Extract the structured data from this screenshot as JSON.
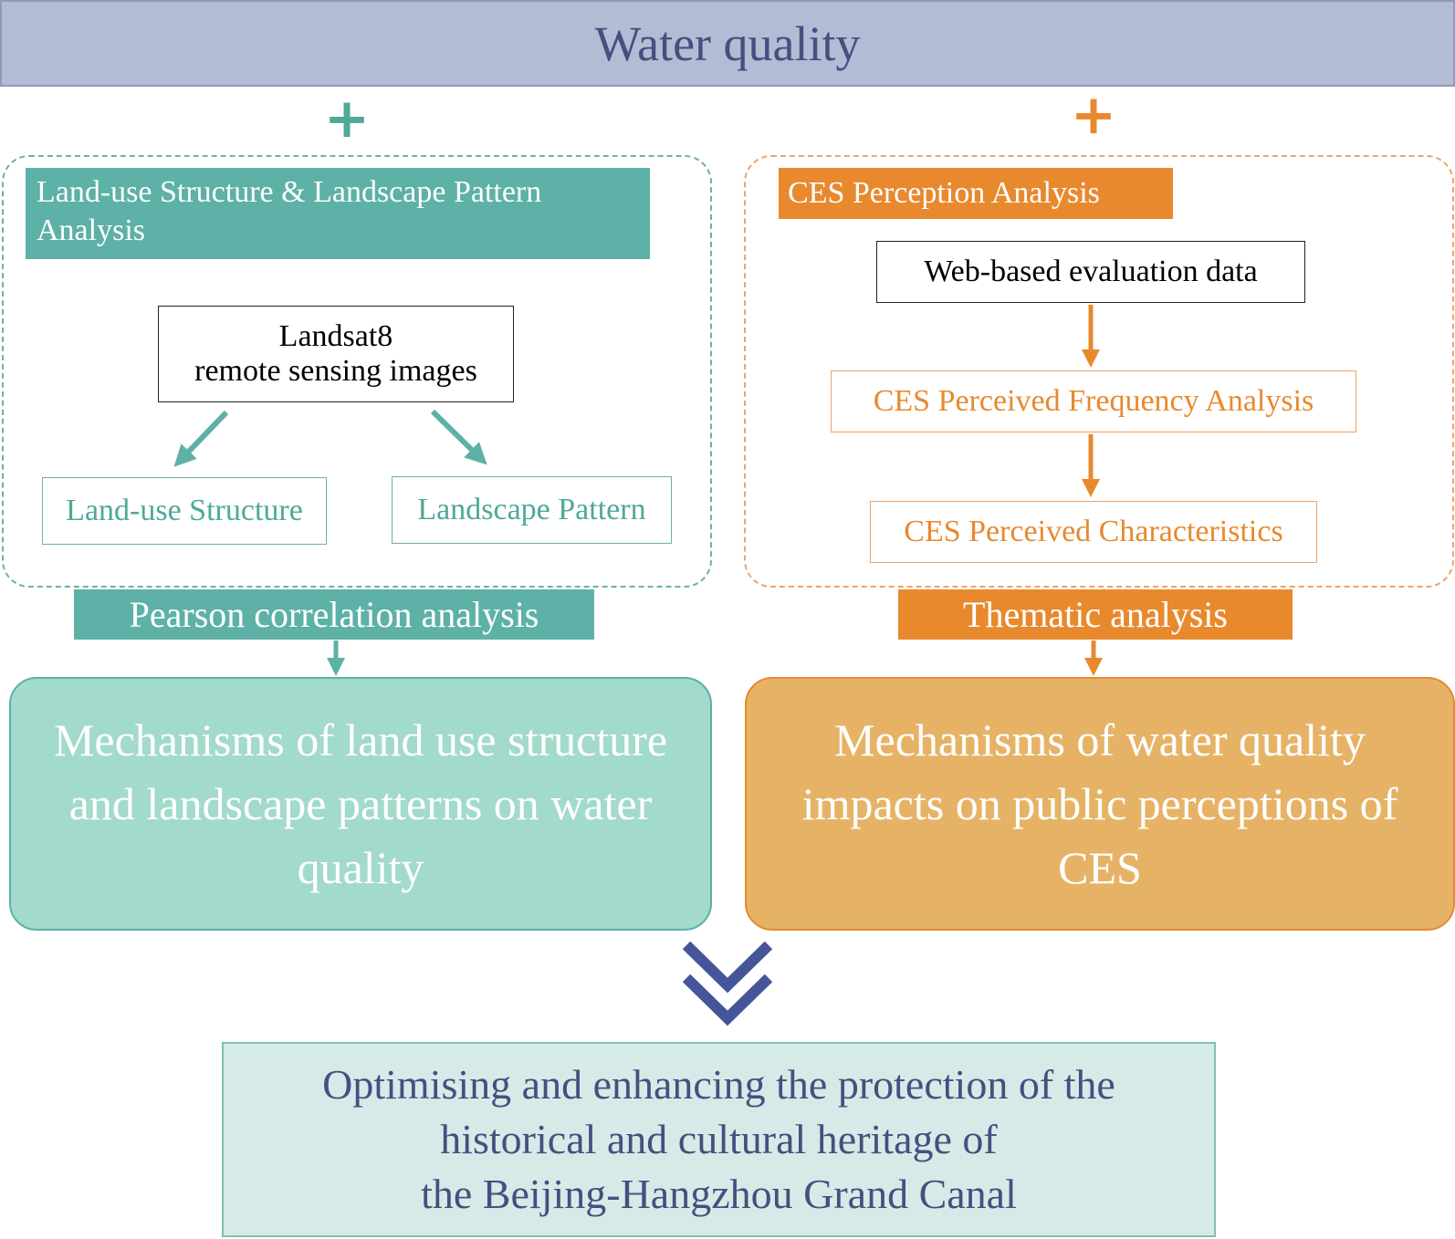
{
  "title": "Water quality",
  "plus_symbol": "+",
  "left": {
    "header": "Land-use Structure & Landscape Pattern Analysis",
    "source_box": {
      "line1": "Landsat8",
      "line2": "remote sensing images"
    },
    "child_boxes": [
      "Land-use Structure",
      "Landscape Pattern"
    ],
    "method": "Pearson correlation analysis",
    "result": "Mechanisms of land use structure and landscape patterns on water quality"
  },
  "right": {
    "header": "CES Perception Analysis",
    "steps": [
      "Web-based evaluation data",
      "CES Perceived Frequency Analysis",
      "CES Perceived Characteristics"
    ],
    "method": "Thematic analysis",
    "result": "Mechanisms of water quality impacts on public perceptions of CES"
  },
  "conclusion": {
    "lines": [
      "Optimising and enhancing the protection of the",
      "historical and cultural heritage of",
      "the Beijing-Hangzhou Grand Canal"
    ]
  },
  "colors": {
    "teal": "#5db1a6",
    "teal_light": "#a2dacb",
    "orange": "#e8892e",
    "orange_light": "#e6b366",
    "navy": "#44507f",
    "title_bg": "#b3bcd4",
    "conclusion_bg": "#d6ebe7"
  },
  "icons": {
    "plus": "plus-icon",
    "arrow": "arrow-icon",
    "chevrons": "double-chevron-down-icon"
  }
}
